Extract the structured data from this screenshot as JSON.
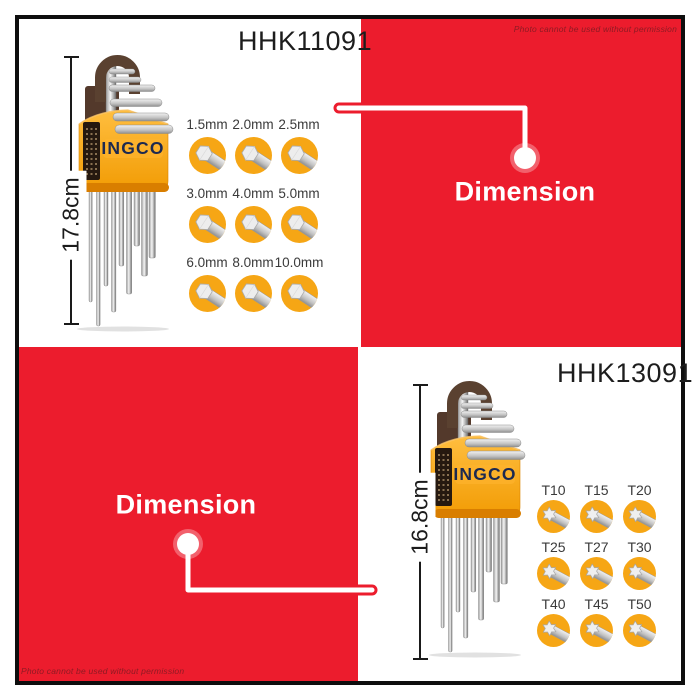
{
  "watermark": {
    "text": "Photo cannot be used without permission"
  },
  "callout": {
    "label": "Dimension"
  },
  "brand": {
    "name": "INGCO"
  },
  "products": {
    "hhk11091": {
      "model": "HHK11091",
      "dimension": "17.8cm",
      "sizes": [
        "1.5mm",
        "2.0mm",
        "2.5mm",
        "3.0mm",
        "4.0mm",
        "5.0mm",
        "6.0mm",
        "8.0mm",
        "10.0mm"
      ]
    },
    "hhk13091": {
      "model": "HHK13091",
      "dimension": "16.8cm",
      "sizes": [
        "T10",
        "T15",
        "T20",
        "T25",
        "T27",
        "T30",
        "T40",
        "T45",
        "T50"
      ]
    }
  },
  "icons": {
    "size_dot_hex": "hex-socket-tip",
    "size_dot_torx": "torx-star-tip"
  },
  "colors": {
    "panel_red": "#EC1C2D",
    "size_dot_orange": "#F6A615",
    "holder_orange": "#F49B07",
    "logo_navy": "#1C2950",
    "hook_brown": "#5A4130",
    "watermark_red": "#8E1B24",
    "frame_black": "#0E0E0E",
    "callout_white": "#FFFFFF"
  }
}
